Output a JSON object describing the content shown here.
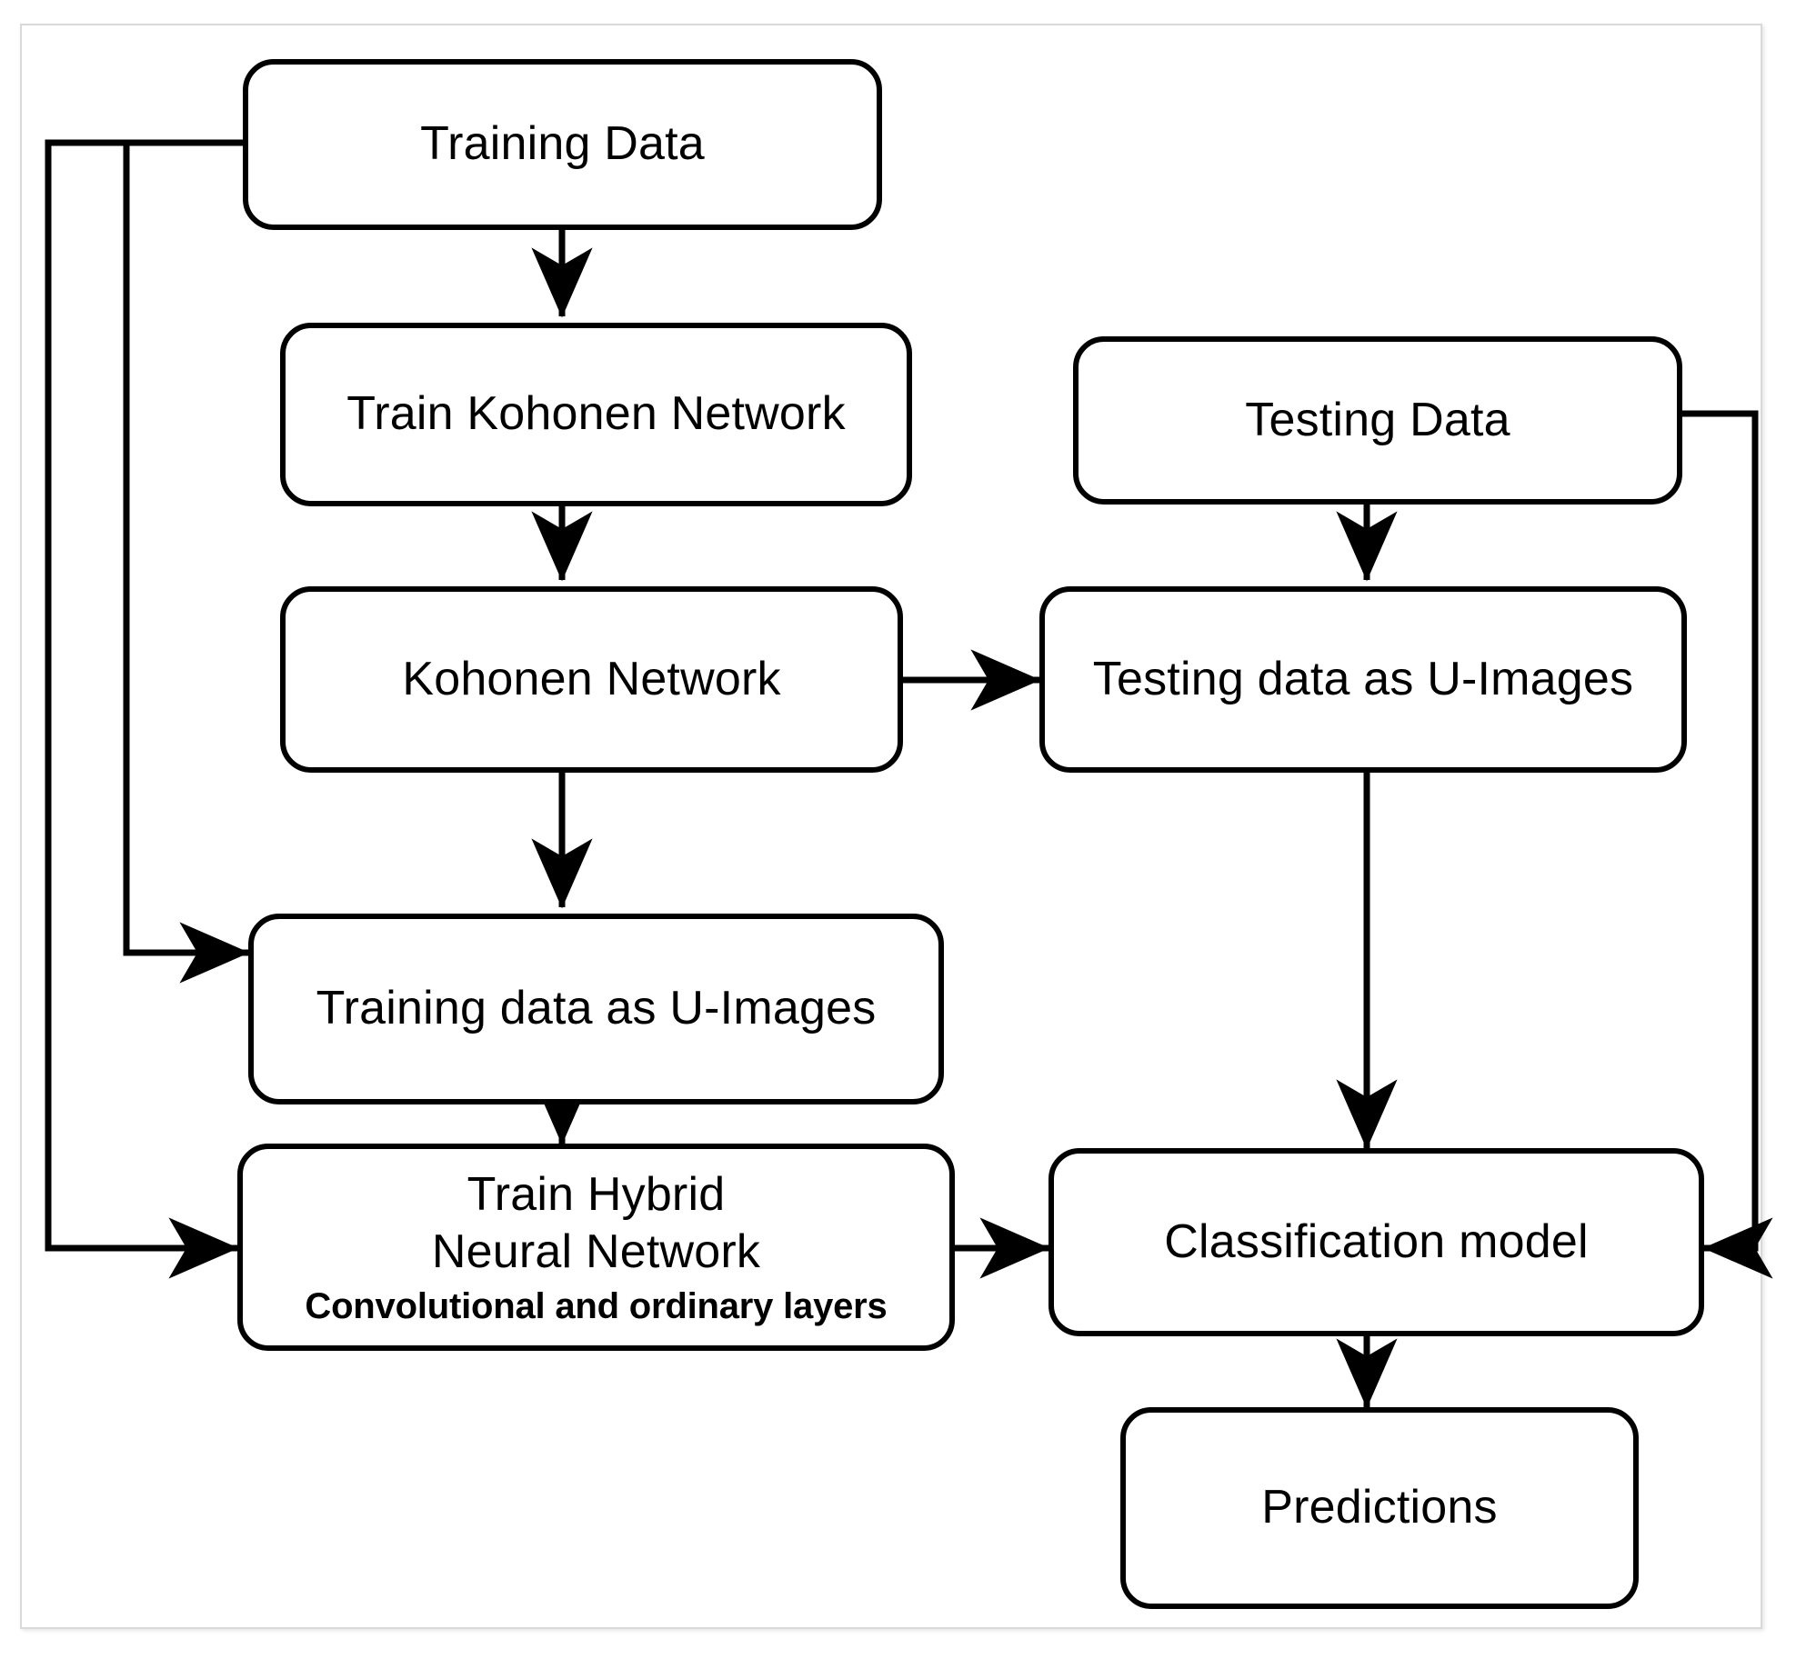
{
  "diagram": {
    "title": "Hybrid Kohonen / Convolutional Neural Network training and classification pipeline",
    "background_color": "#ffffff",
    "line_color": "#000000",
    "frame_color": "#d9d9d9",
    "nodes": {
      "training_data": {
        "label": "Training Data"
      },
      "train_kohonen": {
        "label": "Train Kohonen Network"
      },
      "kohonen_network": {
        "label": "Kohonen Network"
      },
      "training_u_images": {
        "label": "Training data as U-Images"
      },
      "train_hybrid": {
        "line1": "Train Hybrid",
        "line2": "Neural Network",
        "sublabel": "Convolutional and ordinary layers"
      },
      "testing_data": {
        "label": "Testing Data"
      },
      "testing_u_images": {
        "label": "Testing data as U-Images"
      },
      "classification_model": {
        "label": "Classification model"
      },
      "predictions": {
        "label": "Predictions"
      }
    },
    "edges": [
      {
        "name": "training-data-to-train-kohonen",
        "from": "training_data",
        "to": "train_kohonen",
        "arrow": true
      },
      {
        "name": "train-kohonen-to-kohonen-network",
        "from": "train_kohonen",
        "to": "kohonen_network",
        "arrow": true
      },
      {
        "name": "kohonen-network-to-training-u-images",
        "from": "kohonen_network",
        "to": "training_u_images",
        "arrow": true
      },
      {
        "name": "kohonen-network-to-testing-u-images",
        "from": "kohonen_network",
        "to": "testing_u_images",
        "arrow": true
      },
      {
        "name": "training-u-images-to-train-hybrid",
        "from": "training_u_images",
        "to": "train_hybrid",
        "arrow": true
      },
      {
        "name": "training-data-to-training-u-images",
        "from": "training_data",
        "to": "training_u_images",
        "arrow": true
      },
      {
        "name": "training-data-to-train-hybrid",
        "from": "training_data",
        "to": "train_hybrid",
        "arrow": true
      },
      {
        "name": "train-hybrid-to-classification-model",
        "from": "train_hybrid",
        "to": "classification_model",
        "arrow": true
      },
      {
        "name": "testing-data-to-testing-u-images",
        "from": "testing_data",
        "to": "testing_u_images",
        "arrow": true
      },
      {
        "name": "testing-u-images-to-classification-model",
        "from": "testing_u_images",
        "to": "classification_model",
        "arrow": true
      },
      {
        "name": "testing-data-to-classification-model",
        "from": "testing_data",
        "to": "classification_model",
        "arrow": true
      },
      {
        "name": "classification-model-to-predictions",
        "from": "classification_model",
        "to": "predictions",
        "arrow": true
      }
    ]
  }
}
